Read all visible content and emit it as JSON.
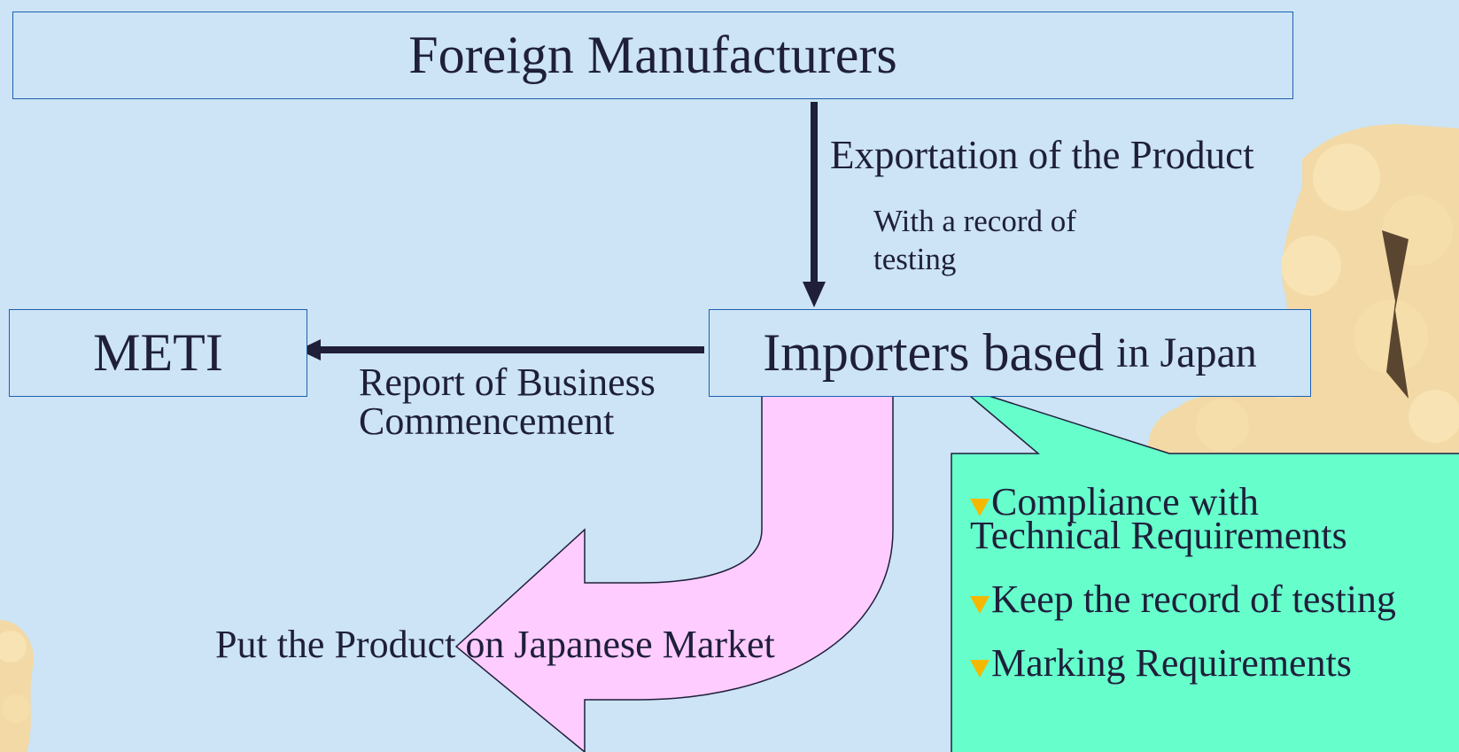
{
  "diagram": {
    "foreign_manufacturers": "Foreign Manufacturers",
    "exportation_label": "Exportation of the Product",
    "testing_note": [
      "With a record of",
      "testing"
    ],
    "meti": "METI",
    "importers_main": "Importers based",
    "importers_suffix": "in Japan",
    "report_label": [
      "Report of Business",
      "Commencement"
    ],
    "market_label": "Put the Product on Japanese Market",
    "callout_items": [
      [
        "Compliance with",
        "Technical Requirements"
      ],
      "Keep the record of testing",
      "Marking Requirements"
    ]
  },
  "colors": {
    "background": "#cce4f5",
    "box_border": "#1f5fb0",
    "callout_fill": "#66ffcc",
    "big_arrow_fill": "#ffccff",
    "bullet": "#f5b800",
    "blossom": "#ffe9a8"
  },
  "icons": [
    "down-arrow-icon",
    "left-arrow-icon",
    "curved-arrow-icon",
    "bullet-triangle-icon",
    "cherry-blossom-decoration"
  ]
}
